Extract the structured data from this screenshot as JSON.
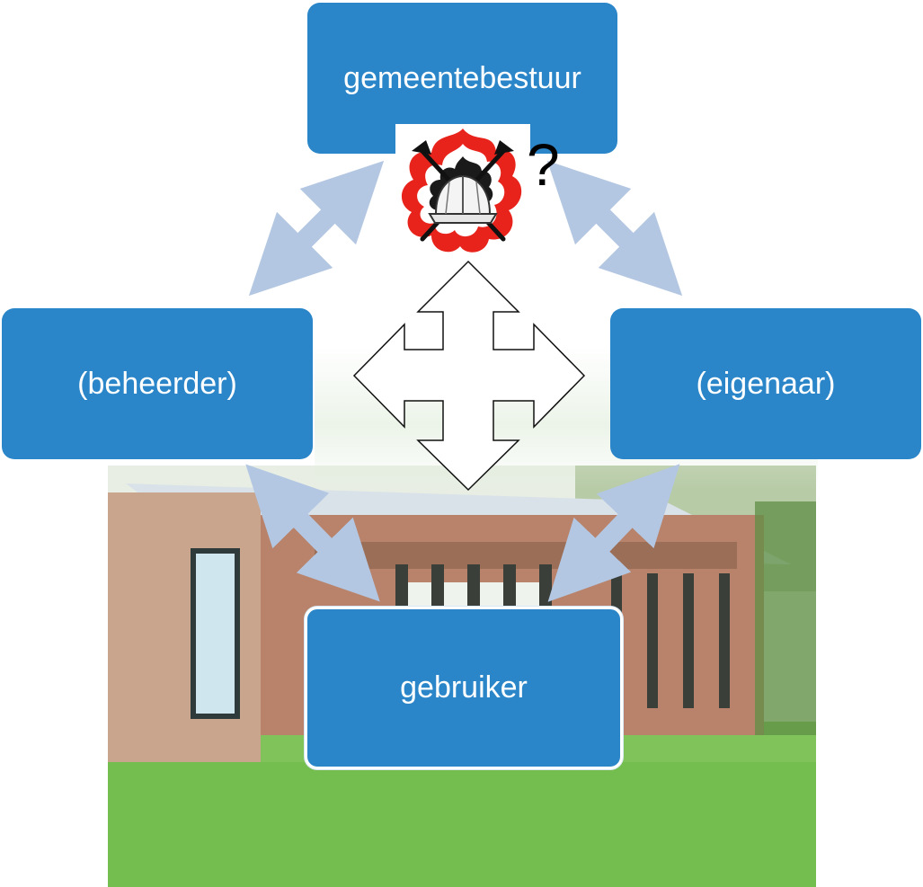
{
  "nodes": {
    "top": "gemeentebestuur",
    "left": "(beheerder)",
    "right": "(eigenaar)",
    "bottom": "gebruiker"
  },
  "question_mark": "?",
  "colors": {
    "node_fill": "#2a86c8",
    "node_text": "#ffffff",
    "connector": "#b3c7e3",
    "grass": "#7fc35a",
    "building_wood": "#b8836a",
    "roof": "#d9e2e8"
  },
  "icons": {
    "fire_emblem": "fire-department-emblem-icon",
    "center_arrow": "four-way-arrow-icon"
  }
}
